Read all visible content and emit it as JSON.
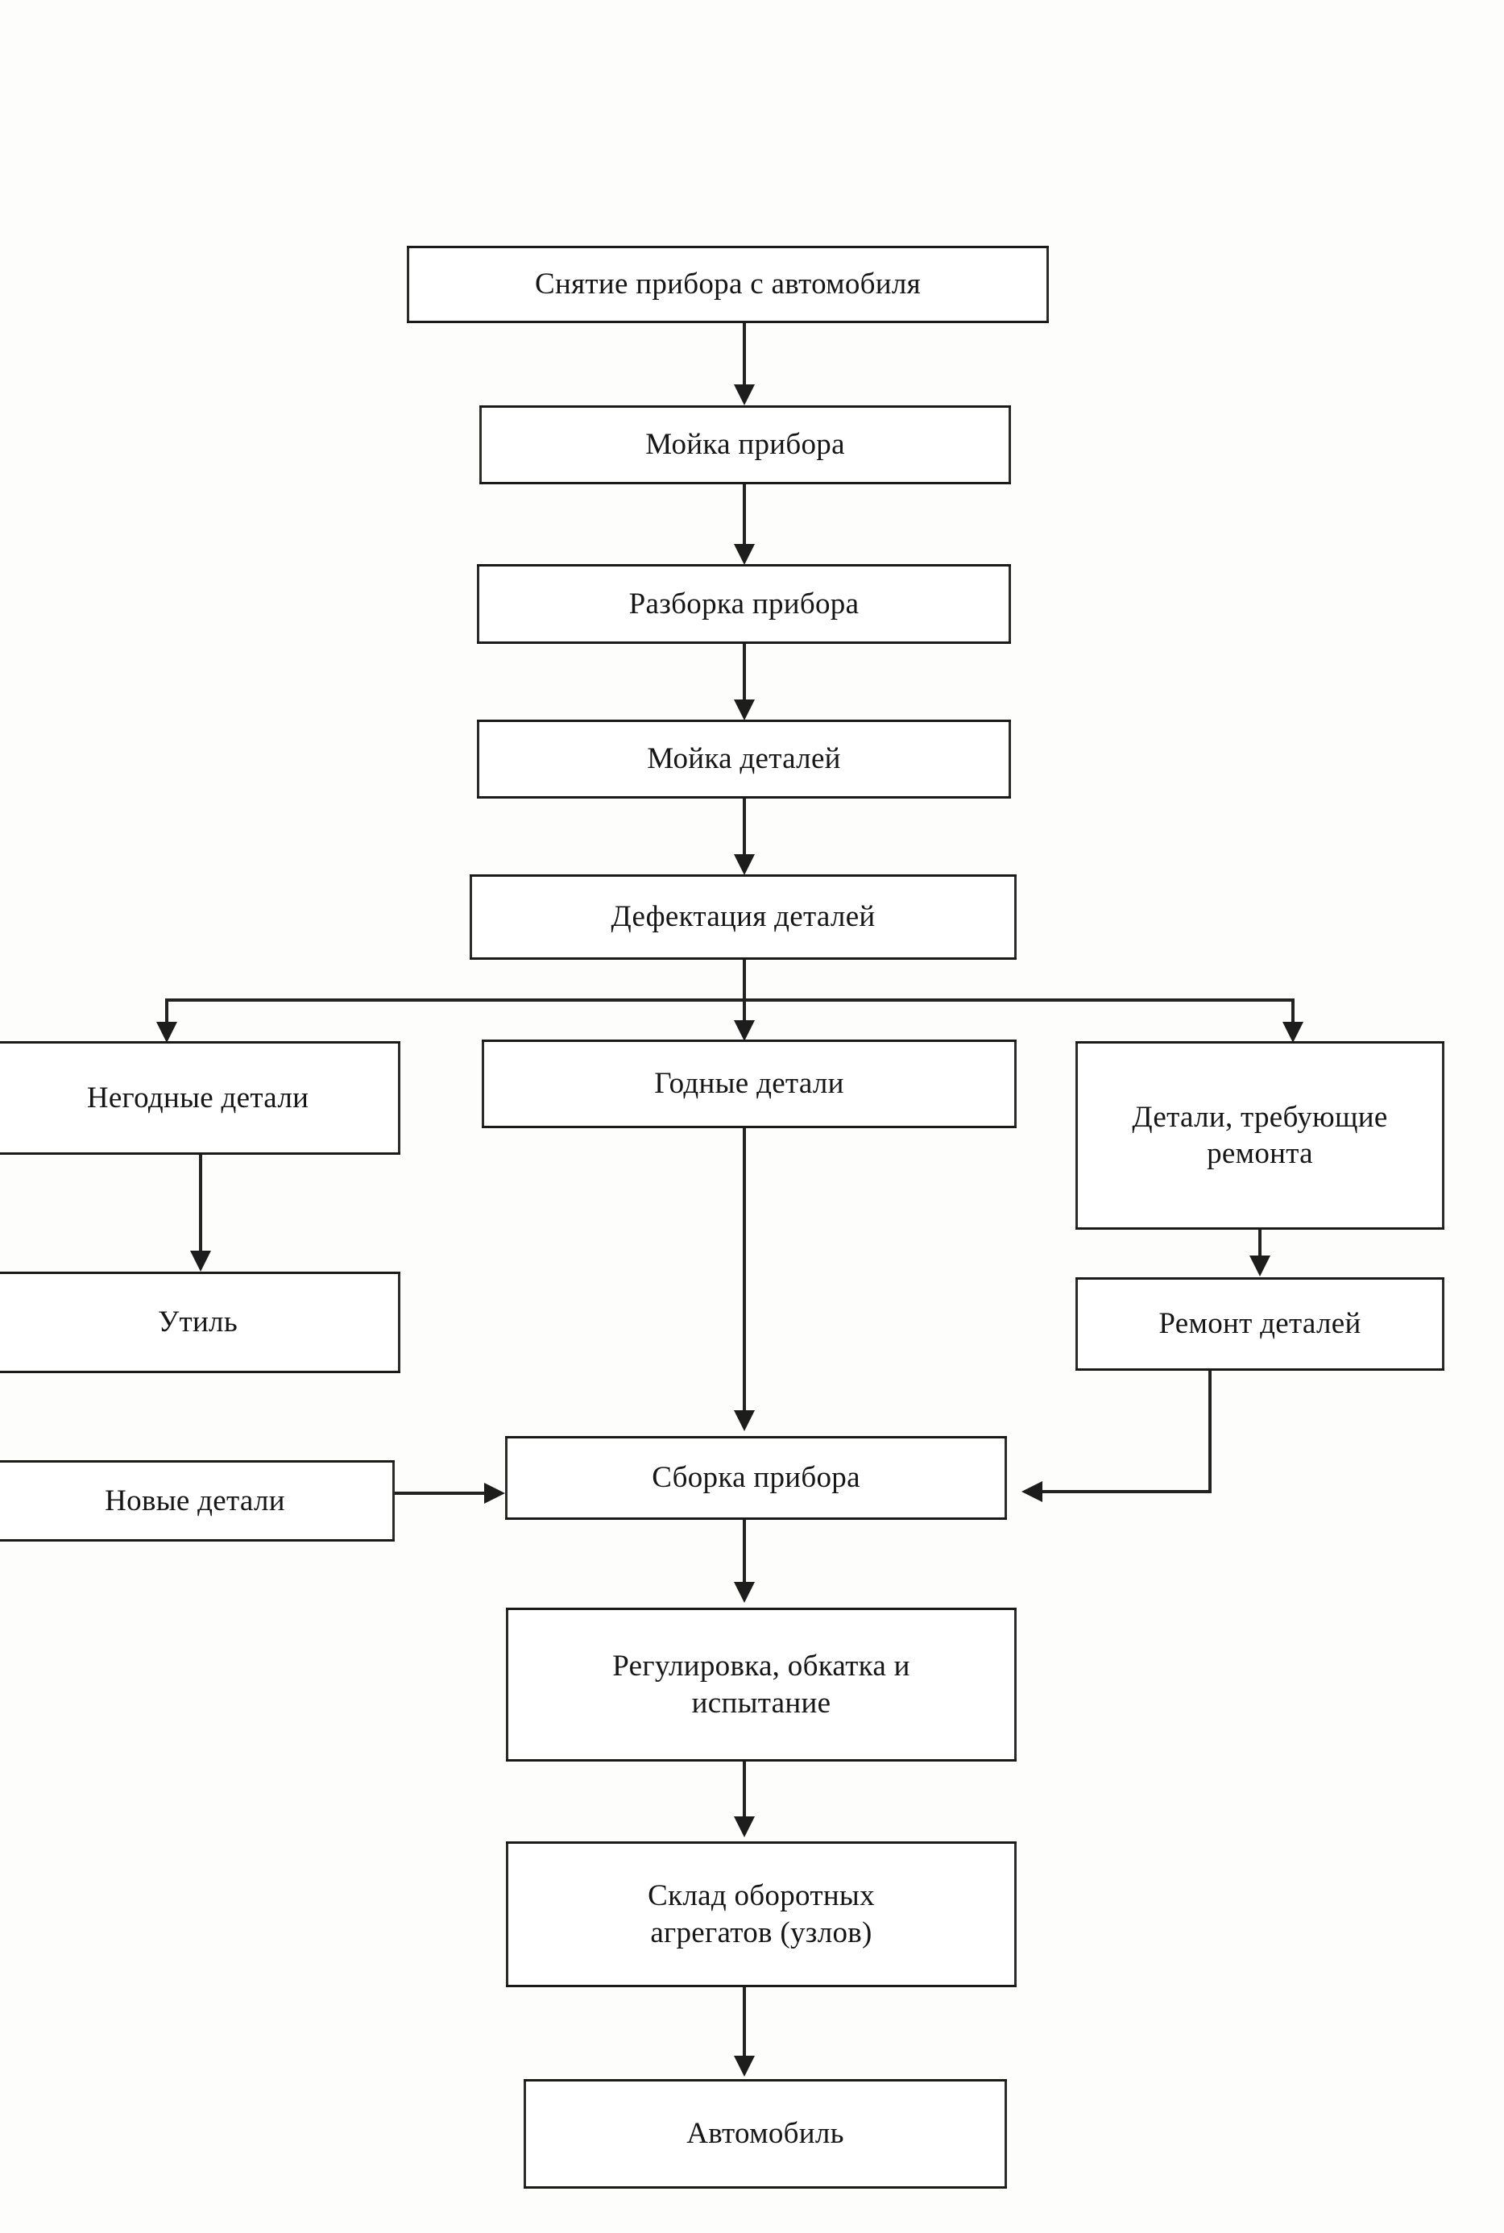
{
  "chart_data": {
    "type": "diagram",
    "title": "",
    "nodes": [
      {
        "id": "n1",
        "label": "Снятие  прибора с автомобиля"
      },
      {
        "id": "n2",
        "label": "Мойка прибора"
      },
      {
        "id": "n3",
        "label": "Разборка прибора"
      },
      {
        "id": "n4",
        "label": "Мойка деталей"
      },
      {
        "id": "n5",
        "label": "Дефектация деталей"
      },
      {
        "id": "n6",
        "label": "Негодные детали"
      },
      {
        "id": "n7",
        "label": "Годные  детали"
      },
      {
        "id": "n8",
        "label": "Детали, требующие\nремонта"
      },
      {
        "id": "n9",
        "label": "Утиль"
      },
      {
        "id": "n10",
        "label": "Ремонт деталей"
      },
      {
        "id": "n11",
        "label": "Новые детали"
      },
      {
        "id": "n12",
        "label": "Сборка прибора"
      },
      {
        "id": "n13",
        "label": "Регулировка, обкатка и\nиспытание"
      },
      {
        "id": "n14",
        "label": "Склад оборотных\nагрегатов (узлов)"
      },
      {
        "id": "n15",
        "label": "Автомобиль"
      }
    ],
    "edges": [
      {
        "from": "n1",
        "to": "n2",
        "type": "down"
      },
      {
        "from": "n2",
        "to": "n3",
        "type": "down"
      },
      {
        "from": "n3",
        "to": "n4",
        "type": "down"
      },
      {
        "from": "n4",
        "to": "n5",
        "type": "down"
      },
      {
        "from": "n5",
        "to": "n6",
        "type": "branch-left"
      },
      {
        "from": "n5",
        "to": "n7",
        "type": "branch-center"
      },
      {
        "from": "n5",
        "to": "n8",
        "type": "branch-right"
      },
      {
        "from": "n6",
        "to": "n9",
        "type": "down"
      },
      {
        "from": "n8",
        "to": "n10",
        "type": "down"
      },
      {
        "from": "n7",
        "to": "n12",
        "type": "down"
      },
      {
        "from": "n11",
        "to": "n12",
        "type": "right"
      },
      {
        "from": "n10",
        "to": "n12",
        "type": "down-left"
      },
      {
        "from": "n12",
        "to": "n13",
        "type": "down"
      },
      {
        "from": "n13",
        "to": "n14",
        "type": "down"
      },
      {
        "from": "n14",
        "to": "n15",
        "type": "down"
      }
    ],
    "colors": {
      "box_border": "#2b2b2b",
      "box_fill": "#ffffff",
      "connector": "#222222",
      "text": "#161616",
      "page_background": "#fdfdfb"
    }
  },
  "diagram": {
    "n1": "Снятие  прибора с автомобиля",
    "n2": "Мойка прибора",
    "n3": "Разборка прибора",
    "n4": "Мойка деталей",
    "n5": "Дефектация деталей",
    "n6": "Негодные детали",
    "n7": "Годные  детали",
    "n8": "Детали, требующие\nремонта",
    "n9": "Утиль",
    "n10": "Ремонт деталей",
    "n11": "Новые детали",
    "n12": "Сборка прибора",
    "n13": "Регулировка, обкатка и\nиспытание",
    "n14": "Склад оборотных\nагрегатов (узлов)",
    "n15": "Автомобиль"
  }
}
